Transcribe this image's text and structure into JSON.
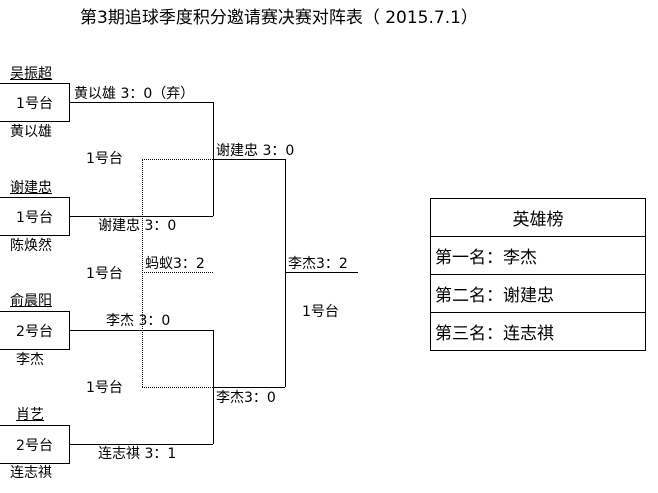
{
  "title": "第3期追球季度积分邀请赛决赛对阵表（ 2015.7.1）",
  "round1": [
    {
      "top": "吴振超",
      "table": "1号台",
      "bottom": "黄以雄",
      "result": "黄以雄 3：0（弃）"
    },
    {
      "top": "谢建忠",
      "table": "1号台",
      "bottom": "陈焕然",
      "result": "谢建忠 3：0"
    },
    {
      "top": "俞晨阳",
      "table": "2号台",
      "bottom": "李杰",
      "result": "李杰 3：0"
    },
    {
      "top": "肖艺",
      "table": "2号台",
      "bottom": "连志祺",
      "result": "连志祺 3：1"
    }
  ],
  "round2": [
    {
      "table": "1号台",
      "result": "谢建忠 3：0"
    },
    {
      "table": "1号台",
      "result": "李杰3：0"
    }
  ],
  "third_place": {
    "table": "1号台",
    "result": "蚂蚁3：2"
  },
  "final": {
    "table": "1号台",
    "result": "李杰3：2"
  },
  "hero": {
    "title": "英雄榜",
    "rows": [
      "第一名：李杰",
      "第二名：谢建忠",
      "第三名：连志祺"
    ]
  }
}
